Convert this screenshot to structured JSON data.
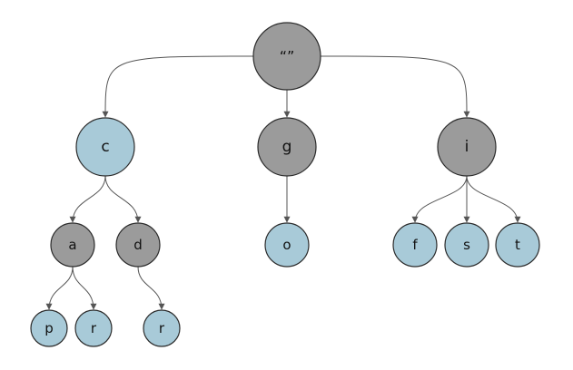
{
  "colors": {
    "gray": "#9b9b9b",
    "blue": "#a8cad8",
    "edge": "#555555",
    "outline": "#2b2b2b"
  },
  "nodes": [
    {
      "id": "root",
      "label": "“”",
      "fill": "gray"
    },
    {
      "id": "c",
      "label": "c",
      "fill": "blue"
    },
    {
      "id": "g",
      "label": "g",
      "fill": "gray"
    },
    {
      "id": "i",
      "label": "i",
      "fill": "gray"
    },
    {
      "id": "a",
      "label": "a",
      "fill": "gray"
    },
    {
      "id": "d",
      "label": "d",
      "fill": "gray"
    },
    {
      "id": "o",
      "label": "o",
      "fill": "blue"
    },
    {
      "id": "f",
      "label": "f",
      "fill": "blue"
    },
    {
      "id": "s",
      "label": "s",
      "fill": "blue"
    },
    {
      "id": "t",
      "label": "t",
      "fill": "blue"
    },
    {
      "id": "p",
      "label": "p",
      "fill": "blue"
    },
    {
      "id": "r1",
      "label": "r",
      "fill": "blue"
    },
    {
      "id": "r2",
      "label": "r",
      "fill": "blue"
    }
  ],
  "edges": [
    {
      "from": "root",
      "to": "c"
    },
    {
      "from": "root",
      "to": "g"
    },
    {
      "from": "root",
      "to": "i"
    },
    {
      "from": "c",
      "to": "a"
    },
    {
      "from": "c",
      "to": "d"
    },
    {
      "from": "g",
      "to": "o"
    },
    {
      "from": "i",
      "to": "f"
    },
    {
      "from": "i",
      "to": "s"
    },
    {
      "from": "i",
      "to": "t"
    },
    {
      "from": "a",
      "to": "p"
    },
    {
      "from": "a",
      "to": "r1"
    },
    {
      "from": "d",
      "to": "r2"
    }
  ]
}
